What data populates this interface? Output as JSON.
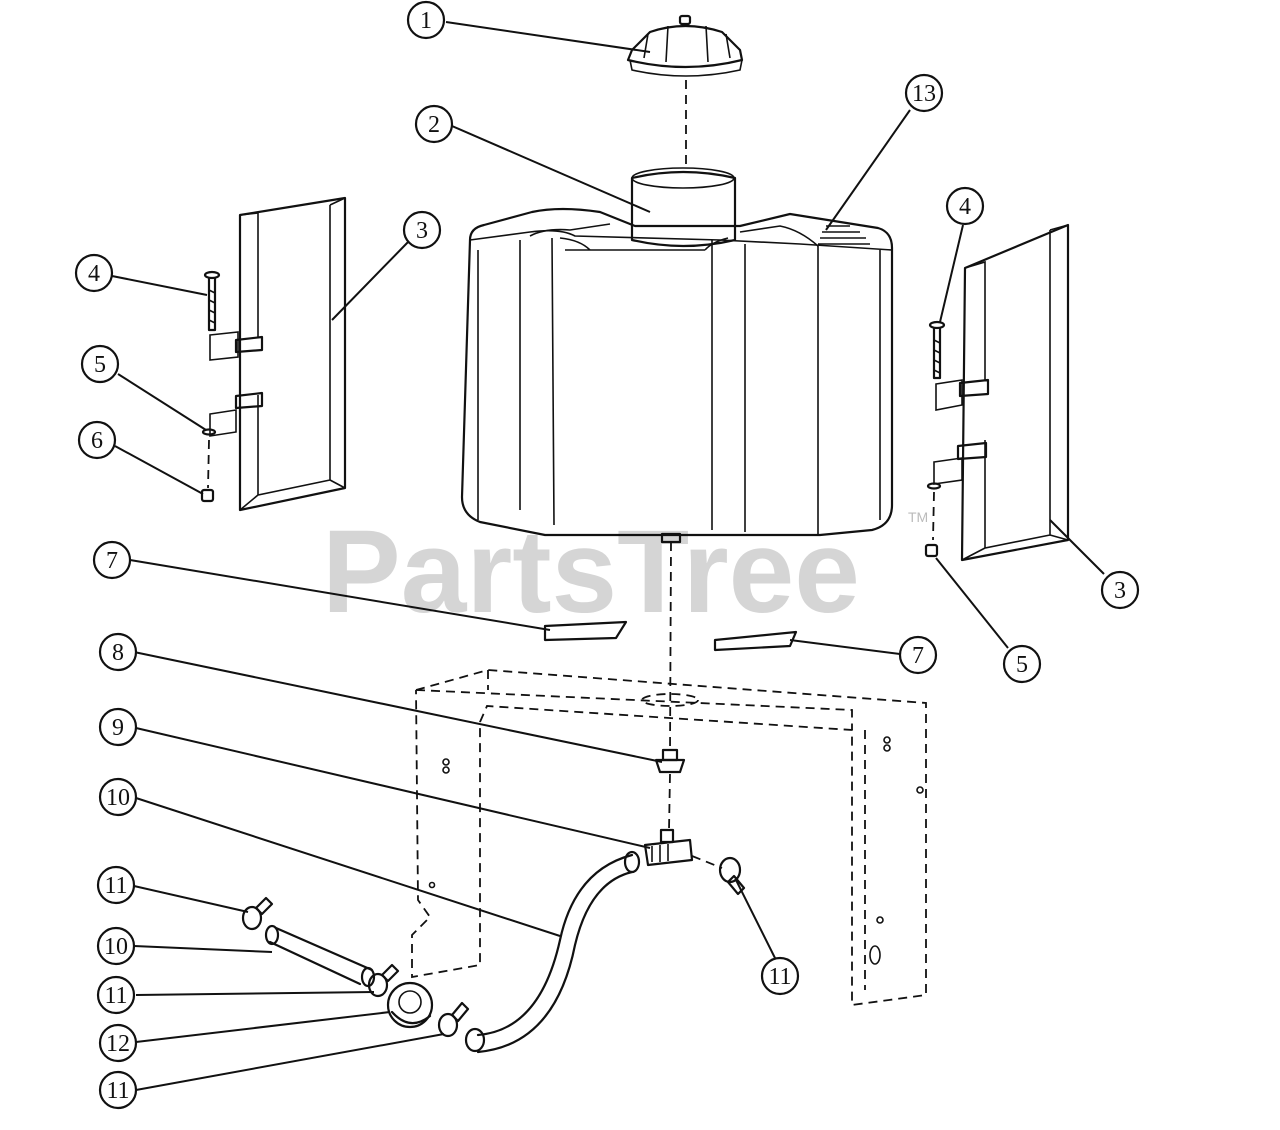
{
  "watermark": {
    "text": "PartsTree",
    "trademark": "TM"
  },
  "callouts": [
    {
      "id": "c1",
      "label": "1"
    },
    {
      "id": "c2",
      "label": "2"
    },
    {
      "id": "c3a",
      "label": "3"
    },
    {
      "id": "c3b",
      "label": "3"
    },
    {
      "id": "c4a",
      "label": "4"
    },
    {
      "id": "c4b",
      "label": "4"
    },
    {
      "id": "c5a",
      "label": "5"
    },
    {
      "id": "c5b",
      "label": "5"
    },
    {
      "id": "c6",
      "label": "6"
    },
    {
      "id": "c7a",
      "label": "7"
    },
    {
      "id": "c7b",
      "label": "7"
    },
    {
      "id": "c8",
      "label": "8"
    },
    {
      "id": "c9",
      "label": "9"
    },
    {
      "id": "c10a",
      "label": "10"
    },
    {
      "id": "c10b",
      "label": "10"
    },
    {
      "id": "c11a",
      "label": "11"
    },
    {
      "id": "c11b",
      "label": "11"
    },
    {
      "id": "c11c",
      "label": "11"
    },
    {
      "id": "c11d",
      "label": "11"
    },
    {
      "id": "c12",
      "label": "12"
    },
    {
      "id": "c13",
      "label": "13"
    }
  ]
}
